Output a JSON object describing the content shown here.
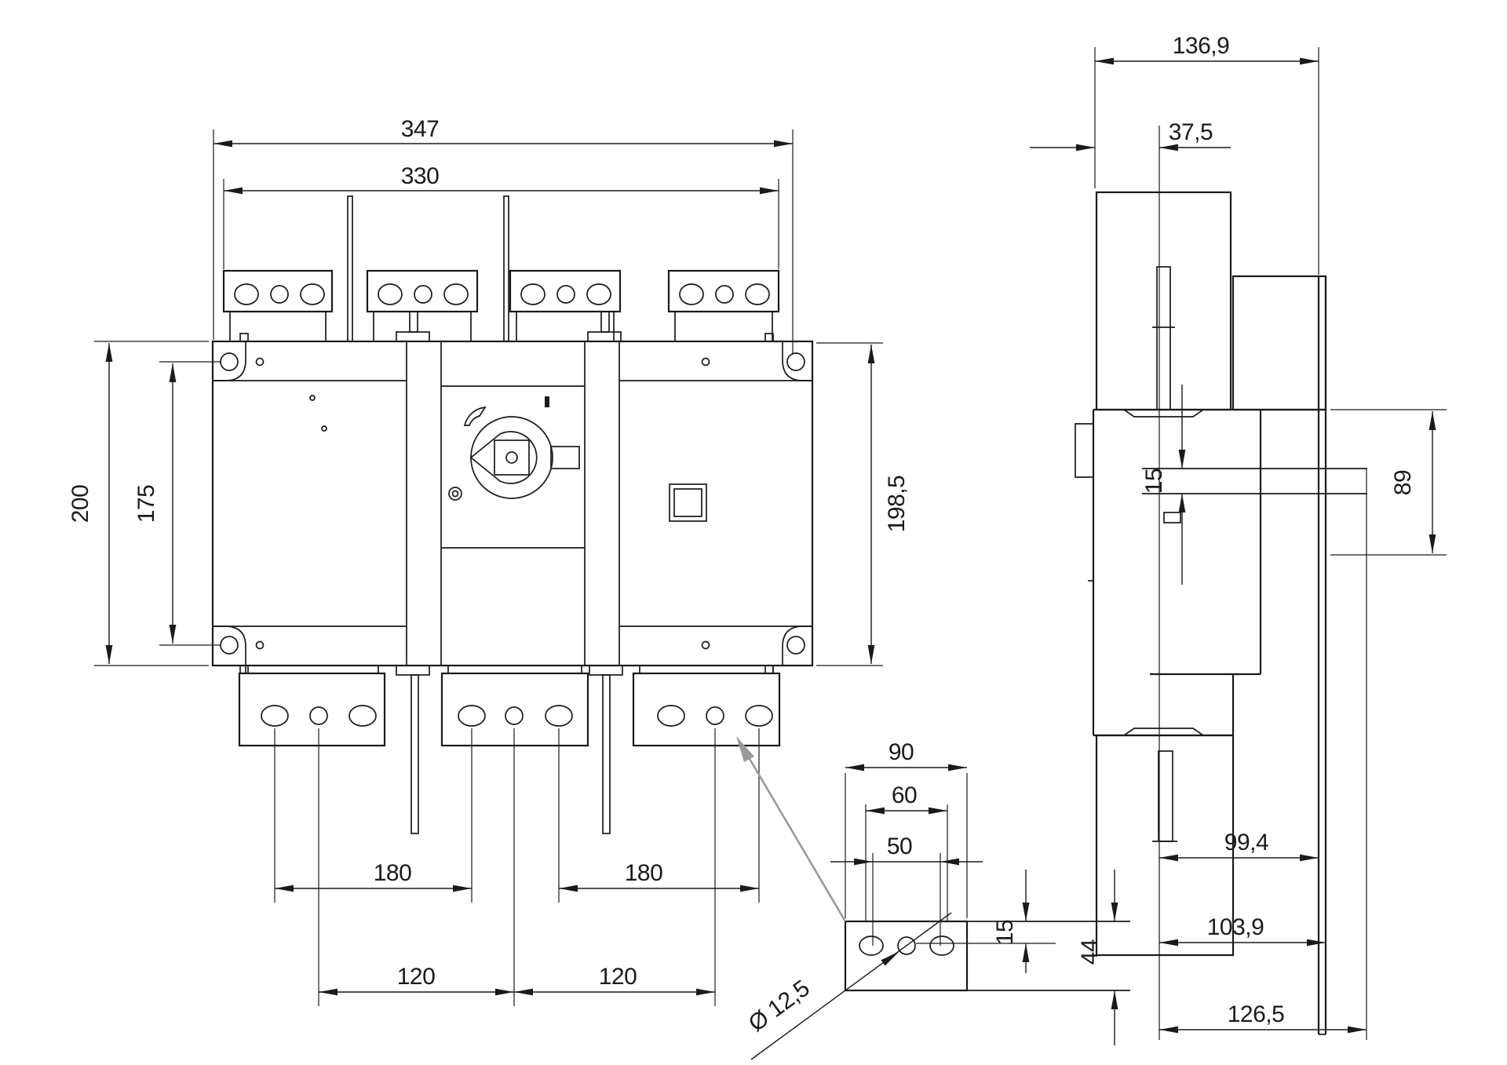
{
  "drawing": {
    "type": "dimensional engineering drawing",
    "subject": "switch-disconnector with terminal blocks, rotary handle, side profile and terminal drilling detail",
    "units": "mm"
  },
  "front_view": {
    "w_total": "347",
    "w_terminals": "330",
    "h_left": "200",
    "h_holes": "175",
    "h_right": "198,5",
    "pitch_a1": "180",
    "pitch_a2": "180",
    "pitch_b1": "120",
    "pitch_b2": "120"
  },
  "side_view": {
    "depth_total": "136,9",
    "front_offset": "37,5",
    "bracket_thk": "15",
    "rear_height": "89",
    "d1": "99,4",
    "d2": "103,9",
    "d3": "126,5"
  },
  "detail_view": {
    "w1": "90",
    "w2": "60",
    "w3": "50",
    "edge_offset": "15",
    "height": "44",
    "dia": "Ø 12,5"
  }
}
